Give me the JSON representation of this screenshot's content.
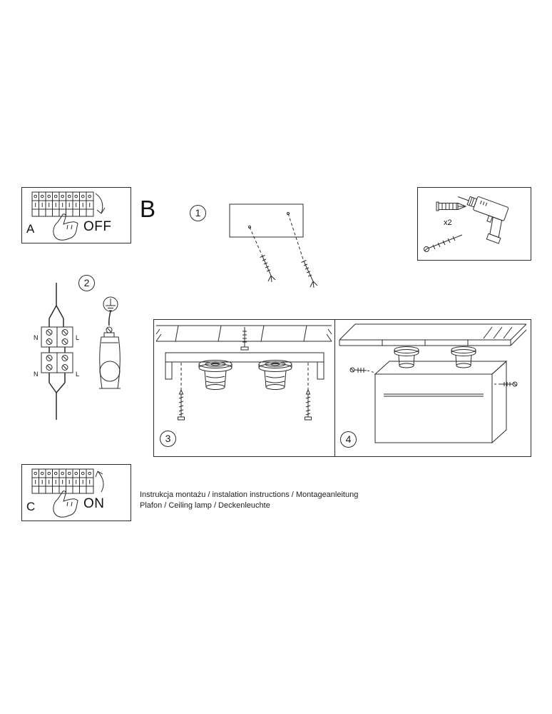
{
  "doc": {
    "sectionA": {
      "label": "A",
      "state": "OFF"
    },
    "sectionB": {
      "label": "B"
    },
    "sectionC": {
      "label": "C",
      "state": "ON"
    },
    "steps": {
      "s1": "1",
      "s2": "2",
      "s3": "3",
      "s4": "4"
    },
    "tools": {
      "qty": "x2"
    },
    "wiring": {
      "top_n": "N",
      "top_l": "L",
      "bottom_n": "N",
      "bottom_l": "L"
    },
    "footer": {
      "line1": "Instrukcja montażu / instalation instructions / Montageanleitung",
      "line2": "Plafon / Ceiling lamp / Deckenleuchte"
    }
  }
}
